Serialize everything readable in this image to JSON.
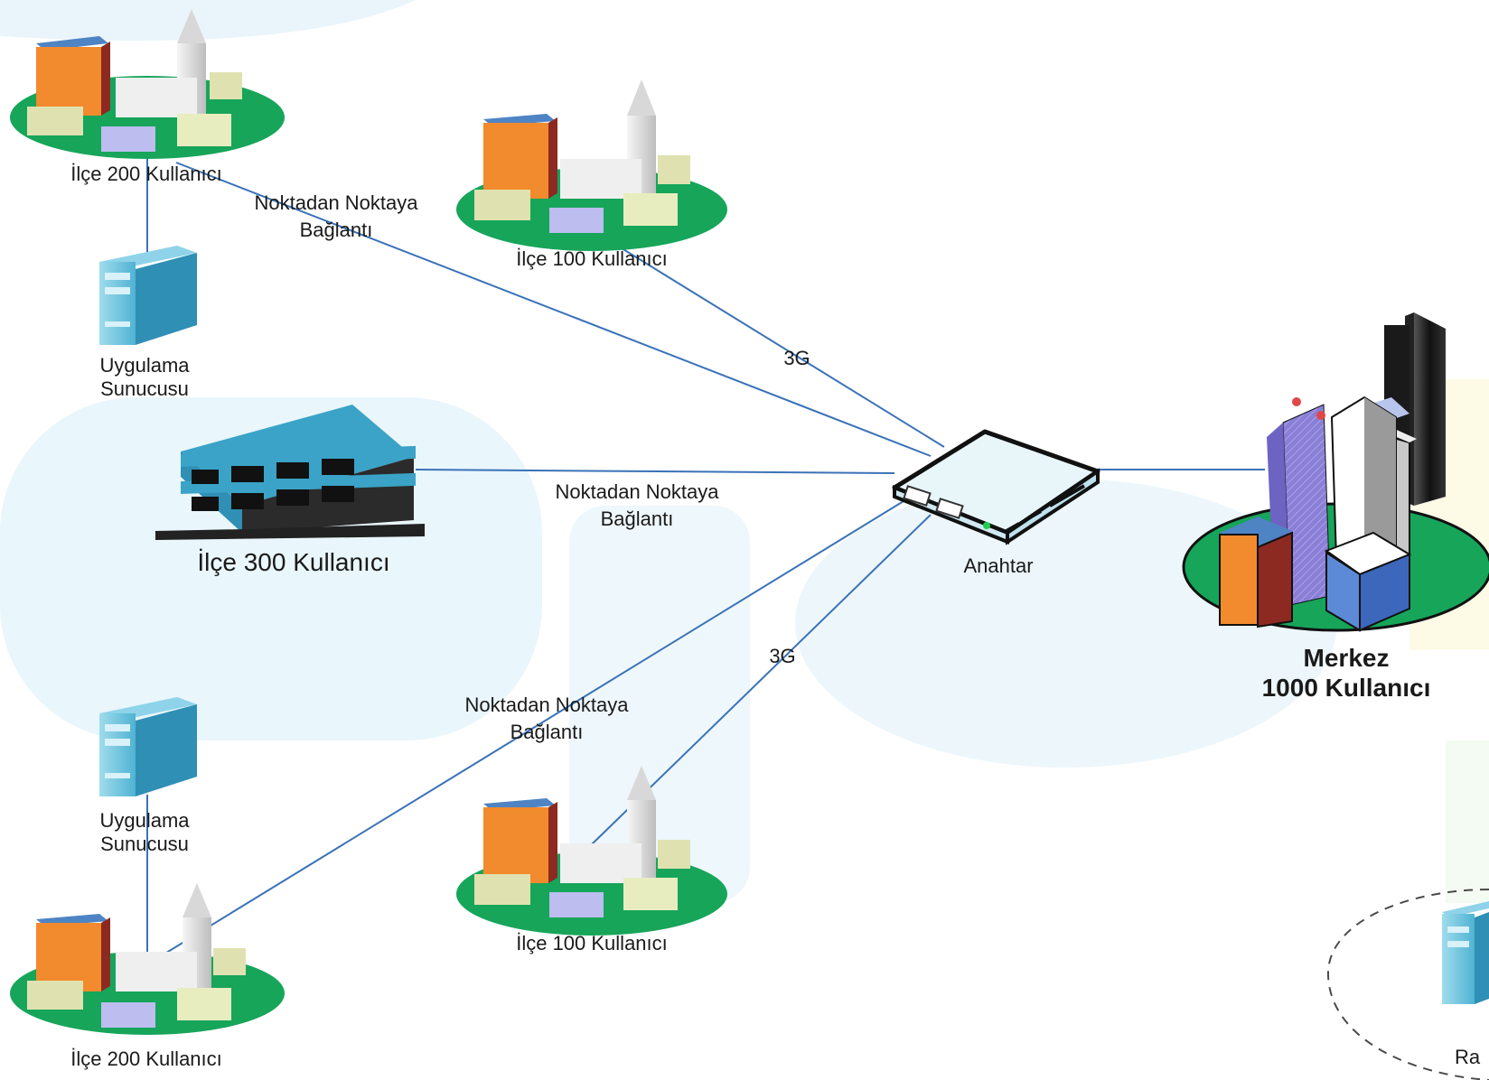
{
  "nodes": {
    "ilce200_top": {
      "line1": "İlçe 200 Kullanıcı"
    },
    "server_top": {
      "line1": "Uygulama",
      "line2": "Sunucusu"
    },
    "ilce100_top": {
      "line1": "İlçe 100 Kullanıcı"
    },
    "ilce300": {
      "line1": "İlçe 300 Kullanıcı"
    },
    "switch": {
      "line1": "Anahtar"
    },
    "merkez": {
      "line1": "Merkez",
      "line2": "1000 Kullanıcı"
    },
    "server_bottom": {
      "line1": "Uygulama",
      "line2": "Sunucusu"
    },
    "ilce100_bottom": {
      "line1": "İlçe 100 Kullanıcı"
    },
    "ilce200_bottom": {
      "line1": "İlçe 200 Kullanıcı"
    },
    "radius_partial": {
      "line1": "Ra"
    }
  },
  "edges": {
    "ptp_top": {
      "line1": "Noktadan Noktaya",
      "line2": "Bağlantı"
    },
    "g3_top": {
      "line1": "3G"
    },
    "ptp_mid": {
      "line1": "Noktadan Noktaya",
      "line2": "Bağlantı"
    },
    "g3_bottom": {
      "line1": "3G"
    },
    "ptp_bottom": {
      "line1": "Noktadan Noktaya",
      "line2": "Bağlantı"
    }
  },
  "colors": {
    "link": "#3a72b8",
    "ground": "#17a55a",
    "watermark": "#e2f3fa",
    "teal": "#3aa3c7",
    "orange": "#f28a2e",
    "dark_red": "#8c2a22"
  }
}
